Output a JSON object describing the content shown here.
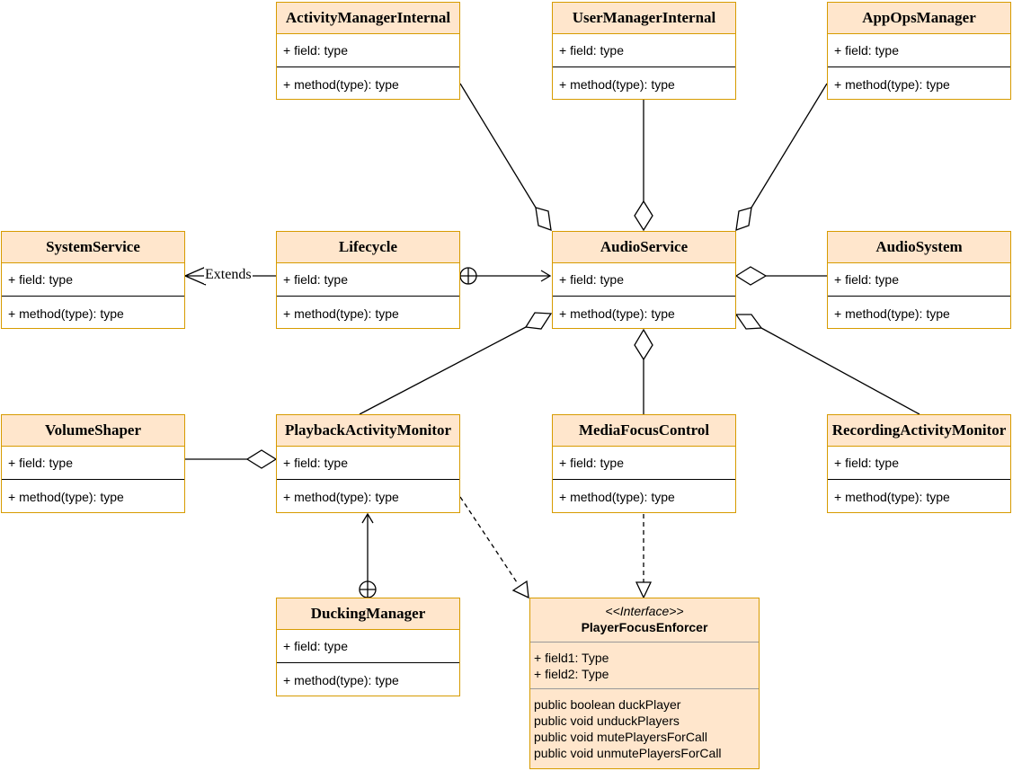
{
  "classes": {
    "activity_manager_internal": {
      "name": "ActivityManagerInternal",
      "field": "+ field: type",
      "method": "+ method(type): type"
    },
    "user_manager_internal": {
      "name": "UserManagerInternal",
      "field": "+ field: type",
      "method": "+ method(type): type"
    },
    "app_ops_manager": {
      "name": "AppOpsManager",
      "field": "+ field: type",
      "method": "+ method(type): type"
    },
    "system_service": {
      "name": "SystemService",
      "field": "+ field: type",
      "method": "+ method(type): type"
    },
    "lifecycle": {
      "name": "Lifecycle",
      "field": "+ field: type",
      "method": "+ method(type): type"
    },
    "audio_service": {
      "name": "AudioService",
      "field": "+ field: type",
      "method": "+ method(type): type"
    },
    "audio_system": {
      "name": "AudioSystem",
      "field": "+ field: type",
      "method": "+ method(type): type"
    },
    "volume_shaper": {
      "name": "VolumeShaper",
      "field": "+ field: type",
      "method": "+ method(type): type"
    },
    "playback_activity_monitor": {
      "name": "PlaybackActivityMonitor",
      "field": "+ field: type",
      "method": "+ method(type): type"
    },
    "media_focus_control": {
      "name": "MediaFocusControl",
      "field": "+ field: type",
      "method": "+ method(type): type"
    },
    "recording_activity_monitor": {
      "name": "RecordingActivityMonitor",
      "field": "+ field: type",
      "method": "+ method(type): type"
    },
    "ducking_manager": {
      "name": "DuckingManager",
      "field": "+ field: type",
      "method": "+ method(type): type"
    }
  },
  "interface": {
    "stereotype": "<<Interface>>",
    "name": "PlayerFocusEnforcer",
    "fields": [
      "+ field1: Type",
      "+ field2: Type"
    ],
    "methods": [
      "public boolean duckPlayer",
      "public void unduckPlayers",
      "public void mutePlayersForCall",
      "public void unmutePlayersForCall"
    ]
  },
  "relations": {
    "extends_label": "Extends"
  },
  "colors": {
    "border": "#d79b00",
    "header_fill": "#ffe6cc",
    "line": "#000000"
  }
}
